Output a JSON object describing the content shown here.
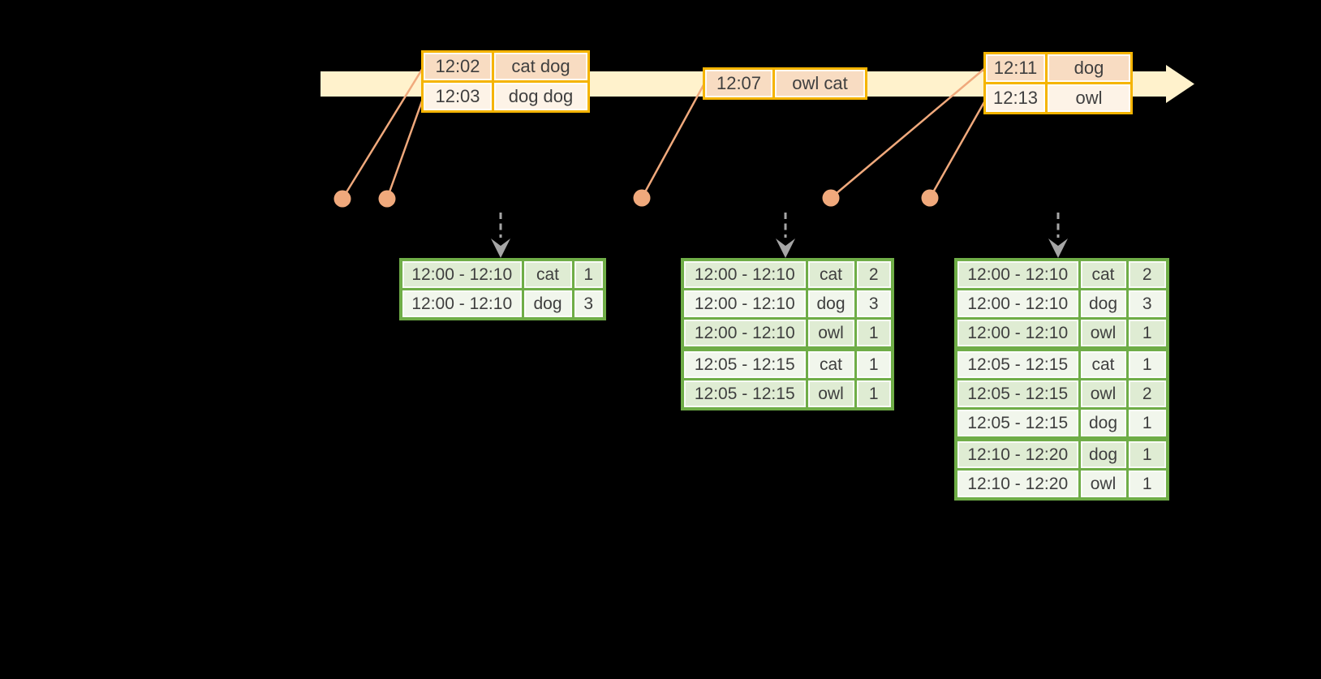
{
  "colors": {
    "background": "#000000",
    "text": "#3f3f3f",
    "timeline-fill": "#fff2cc",
    "orange-border": "#f5b400",
    "event-row-dark": "#f8dcc2",
    "event-row-light": "#fdf3e7",
    "dot": "#f0a97c",
    "green-border": "#6fad47",
    "green-row-dark": "#dfecd3",
    "green-row-light": "#f1f6ec",
    "arrow-gray": "#a6a6a6"
  },
  "event_tables": [
    {
      "rows": [
        {
          "time": "12:02",
          "words": "cat dog"
        },
        {
          "time": "12:03",
          "words": "dog dog"
        }
      ]
    },
    {
      "rows": [
        {
          "time": "12:07",
          "words": "owl cat"
        }
      ]
    },
    {
      "rows": [
        {
          "time": "12:11",
          "words": "dog"
        },
        {
          "time": "12:13",
          "words": "owl"
        }
      ]
    }
  ],
  "result_tables": [
    {
      "rows": [
        {
          "window": "12:00 - 12:10",
          "word": "cat",
          "count": "1"
        },
        {
          "window": "12:00 - 12:10",
          "word": "dog",
          "count": "3"
        }
      ]
    },
    {
      "rows": [
        {
          "window": "12:00 - 12:10",
          "word": "cat",
          "count": "2"
        },
        {
          "window": "12:00 - 12:10",
          "word": "dog",
          "count": "3"
        },
        {
          "window": "12:00 - 12:10",
          "word": "owl",
          "count": "1"
        },
        {
          "window": "12:05 - 12:15",
          "word": "cat",
          "count": "1"
        },
        {
          "window": "12:05 - 12:15",
          "word": "owl",
          "count": "1"
        }
      ]
    },
    {
      "rows": [
        {
          "window": "12:00 - 12:10",
          "word": "cat",
          "count": "2"
        },
        {
          "window": "12:00 - 12:10",
          "word": "dog",
          "count": "3"
        },
        {
          "window": "12:00 - 12:10",
          "word": "owl",
          "count": "1"
        },
        {
          "window": "12:05 - 12:15",
          "word": "cat",
          "count": "1"
        },
        {
          "window": "12:05 - 12:15",
          "word": "owl",
          "count": "2"
        },
        {
          "window": "12:05 - 12:15",
          "word": "dog",
          "count": "1"
        },
        {
          "window": "12:10 - 12:20",
          "word": "dog",
          "count": "1"
        },
        {
          "window": "12:10 - 12:20",
          "word": "owl",
          "count": "1"
        }
      ]
    }
  ]
}
